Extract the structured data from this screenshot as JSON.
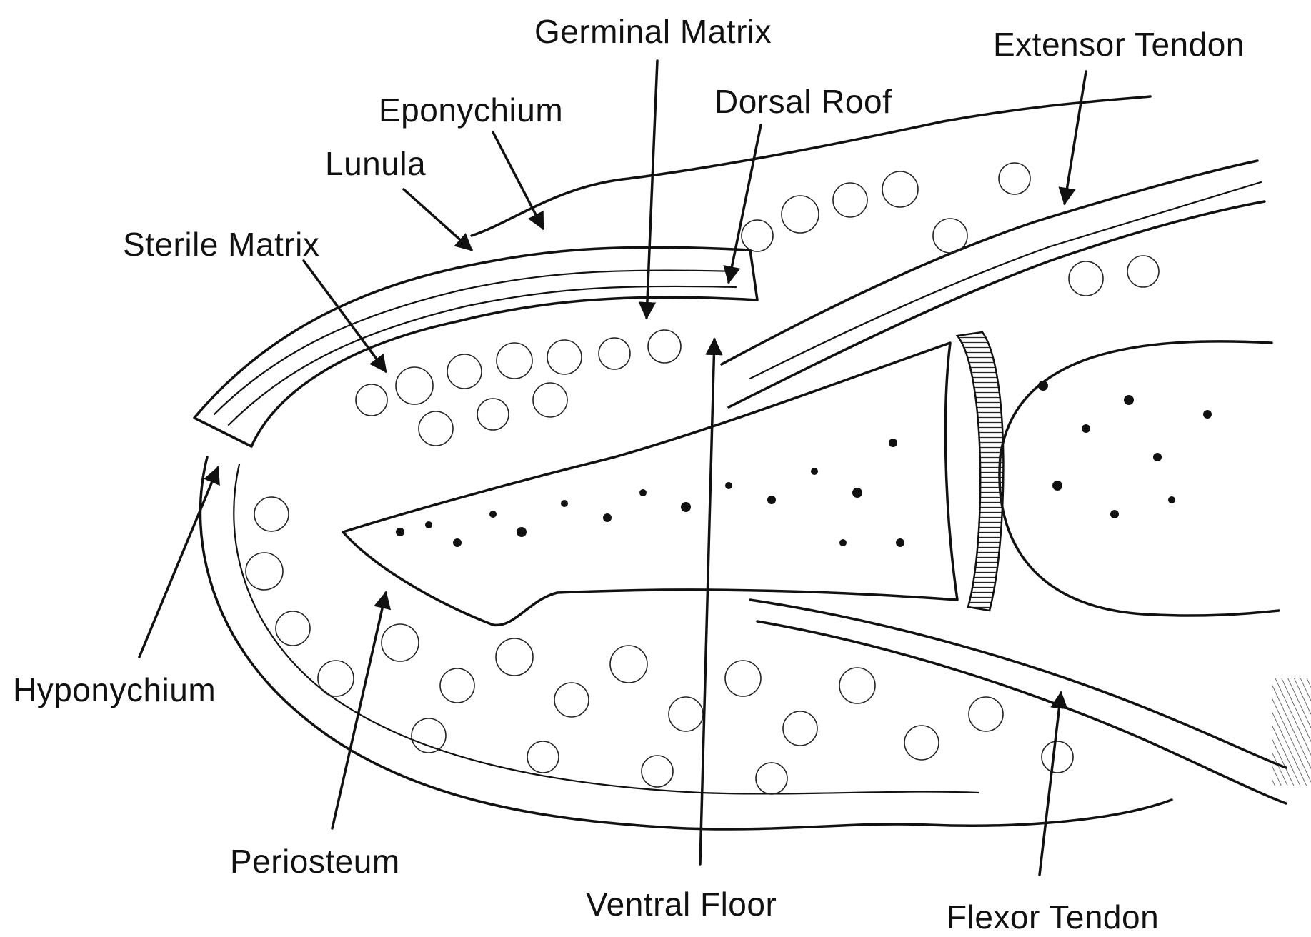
{
  "labels": {
    "germinal_matrix": "Germinal Matrix",
    "extensor_tendon": "Extensor Tendon",
    "eponychium": "Eponychium",
    "dorsal_roof": "Dorsal Roof",
    "lunula": "Lunula",
    "sterile_matrix": "Sterile Matrix",
    "hyponychium": "Hyponychium",
    "periosteum": "Periosteum",
    "ventral_floor": "Ventral Floor",
    "flexor_tendon": "Flexor Tendon"
  }
}
